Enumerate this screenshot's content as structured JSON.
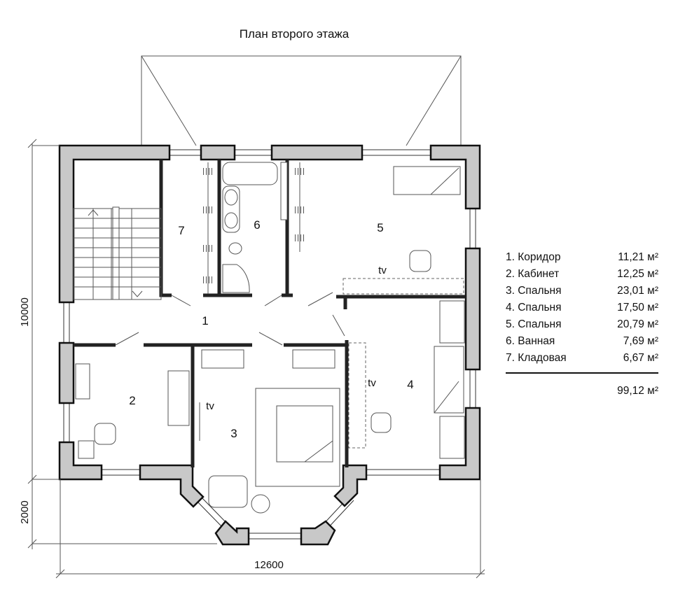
{
  "title": "План второго этажа",
  "rooms": [
    {
      "num": "1"
    },
    {
      "num": "2"
    },
    {
      "num": "3"
    },
    {
      "num": "4"
    },
    {
      "num": "5"
    },
    {
      "num": "6"
    },
    {
      "num": "7"
    }
  ],
  "tv_label": "tv",
  "dimensions": {
    "height_main": "10000",
    "height_bay": "2000",
    "width": "12600"
  },
  "legend": {
    "items": [
      {
        "name": "1. Коридор",
        "area": "11,21 м²"
      },
      {
        "name": "2. Кабинет",
        "area": "12,25 м²"
      },
      {
        "name": "3. Спальня",
        "area": "23,01 м²"
      },
      {
        "name": "4. Спальня",
        "area": "17,50 м²"
      },
      {
        "name": "5. Спальня",
        "area": "20,79 м²"
      },
      {
        "name": "6. Ванная",
        "area": "7,69 м²"
      },
      {
        "name": "7. Кладовая",
        "area": "6,67 м²"
      }
    ],
    "total": "99,12 м²"
  },
  "colors": {
    "wall": "#c8c8c8",
    "line": "#111111"
  }
}
